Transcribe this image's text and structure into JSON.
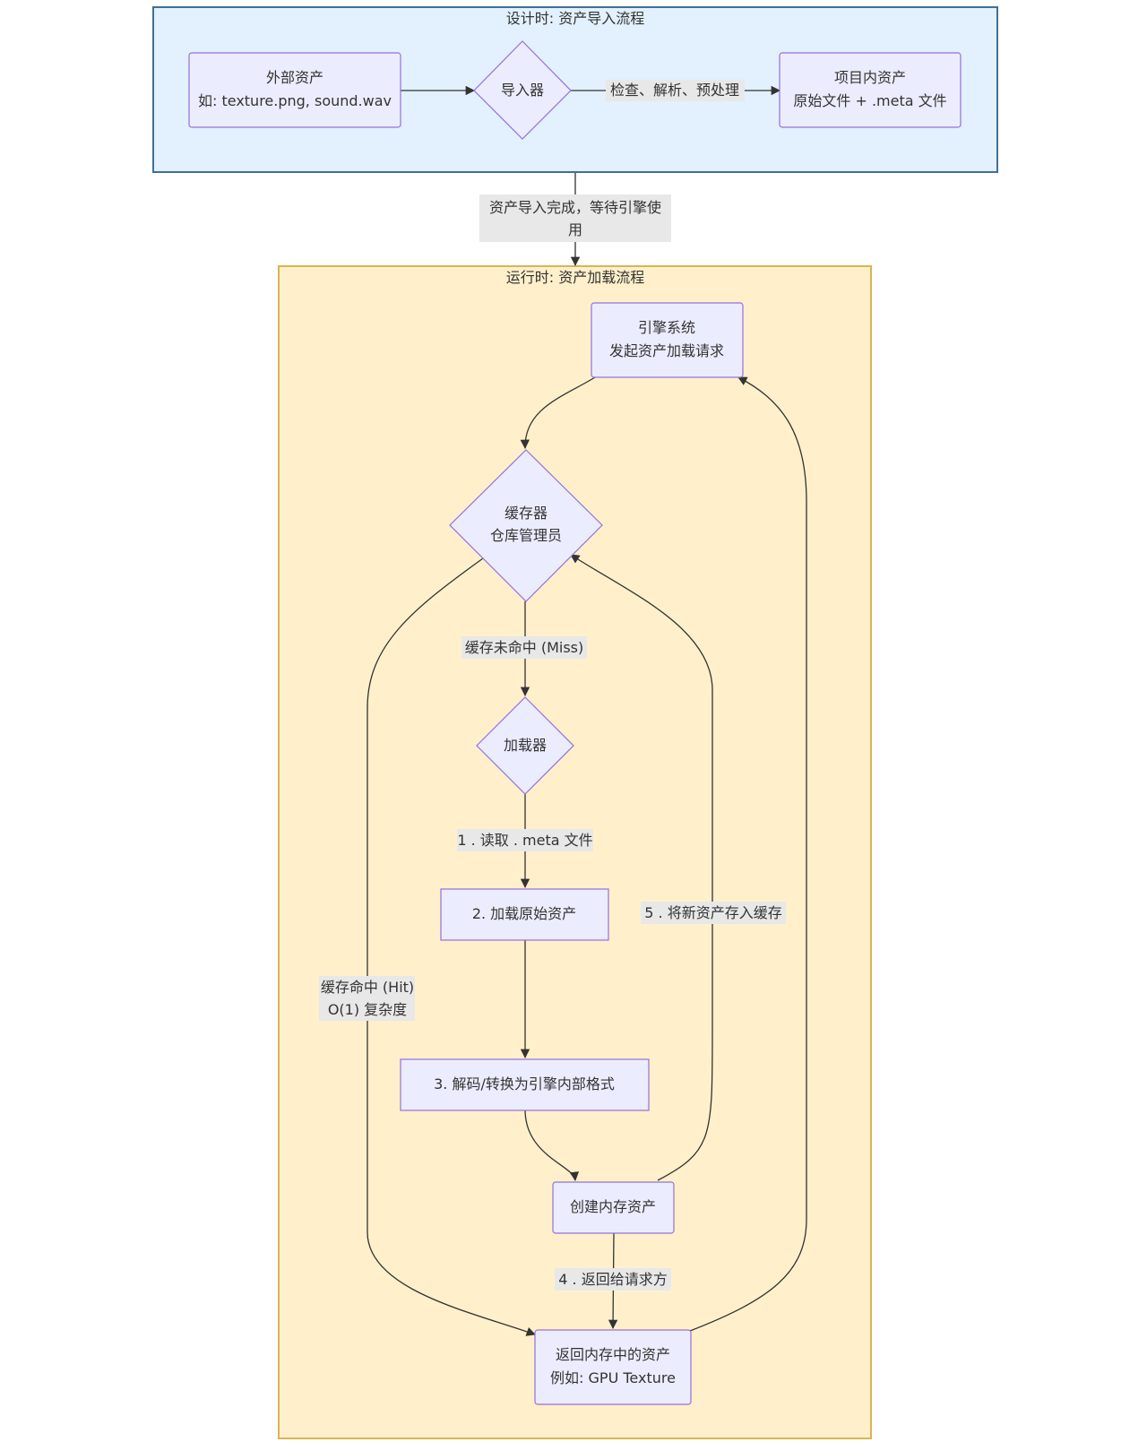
{
  "colors": {
    "design_cluster_fill": "#E3F0FD",
    "design_cluster_stroke": "#3F6F96",
    "runtime_cluster_fill": "#FFF0CB",
    "runtime_cluster_stroke": "#D8B552",
    "node_fill": "#ECECFF",
    "node_stroke": "#9370DB",
    "edge": "#333333",
    "edge_label_bg": "#E8E8E8"
  },
  "clusters": {
    "design": {
      "title": "设计时: 资产导入流程"
    },
    "runtime": {
      "title": "运行时: 资产加载流程"
    }
  },
  "nodes": {
    "external": {
      "line1": "外部资产",
      "line2": "如: texture.png, sound.wav"
    },
    "importer": {
      "line1": "导入器"
    },
    "project": {
      "line1": "项目内资产",
      "line2": "原始文件 + .meta 文件"
    },
    "engine": {
      "line1": "引擎系统",
      "line2": "发起资产加载请求"
    },
    "cache": {
      "line1": "缓存器",
      "line2": "仓库管理员"
    },
    "loader": {
      "line1": "加载器"
    },
    "load_raw": {
      "line1": "2. 加载原始资产"
    },
    "decode": {
      "line1": "3. 解码/转换为引擎内部格式"
    },
    "create_mem": {
      "line1": "创建内存资产"
    },
    "return_mem": {
      "line1": "返回内存中的资产",
      "line2": "例如: GPU Texture"
    }
  },
  "edges": {
    "importer_to_project": "检查、解析、预处理",
    "import_done": {
      "line1": "资产导入完成，等待引擎使",
      "line2": "用"
    },
    "cache_miss": "缓存未命中 (Miss)",
    "read_meta": "1 . 读取 . meta 文件",
    "store_cache": "5 . 将新资产存入缓存",
    "cache_hit": {
      "line1": "缓存命中 (Hit)",
      "line2": "O(1) 复杂度"
    },
    "return_to_requester": "4 . 返回给请求方"
  }
}
